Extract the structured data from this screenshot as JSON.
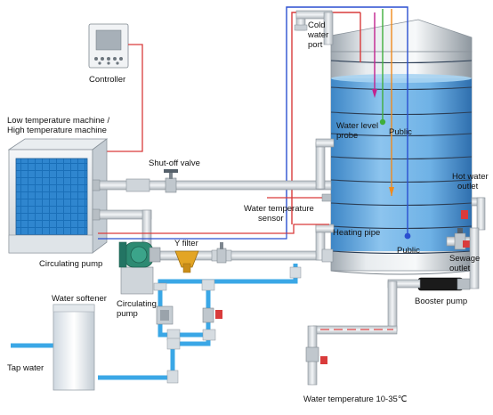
{
  "labels": {
    "controller": "Controller",
    "machine_line1": "Low temperature machine /",
    "machine_line2": "High temperature machine",
    "shutoff_valve": "Shut-off valve",
    "cold_water_port_l1": "Cold",
    "cold_water_port_l2": "water",
    "cold_water_port_l3": "port",
    "water_level_probe_l1": "Water level",
    "water_level_probe_l2": "probe",
    "public_upper": "Public",
    "water_temp_sensor_l1": "Water temperature",
    "water_temp_sensor_l2": "sensor",
    "heating_pipe": "Heating pipe",
    "public_lower": "Public",
    "hot_water_outlet_l1": "Hot water",
    "hot_water_outlet_l2": "outlet",
    "y_filter": "Y filter",
    "circulating_pump_left": "Circulating pump",
    "sewage_outlet_l1": "Sewage",
    "sewage_outlet_l2": "outlet",
    "water_softener": "Water softener",
    "circulating_pump_mid_l1": "Circulating",
    "circulating_pump_mid_l2": "pump",
    "booster_pump": "Booster pump",
    "tap_water": "Tap water",
    "water_temperature_range": "Water temperature 10-35℃"
  },
  "colors": {
    "control_wire": "#d93b3b",
    "blue_wire": "#2a4fd0",
    "orange_wire": "#f08a1c",
    "green_wire": "#3fae3a",
    "magenta_wire": "#c2218e",
    "cold_pipe": "#3aa7e6",
    "pipe_gray": "#d4d9de",
    "tank_water": "#5fa8e0",
    "hot_pipe": "#e04848"
  }
}
